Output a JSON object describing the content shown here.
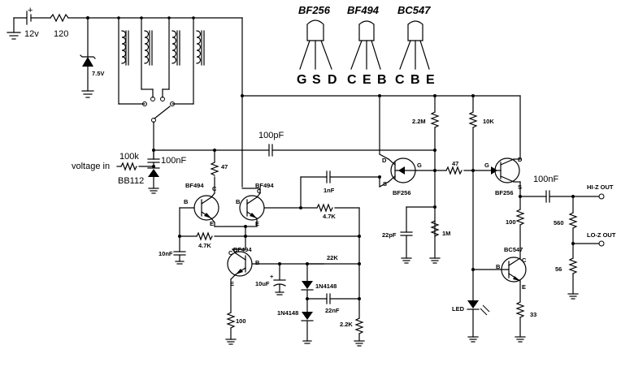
{
  "supply": {
    "voltage": "12v",
    "resistor": "120",
    "zener": "7.5V"
  },
  "packages": [
    {
      "name": "BF256",
      "pins": [
        "G",
        "S",
        "D"
      ]
    },
    {
      "name": "BF494",
      "pins": [
        "C",
        "E",
        "B"
      ]
    },
    {
      "name": "BC547",
      "pins": [
        "C",
        "B",
        "E"
      ]
    }
  ],
  "input": {
    "label": "voltage in",
    "r": "100k",
    "c": "100nF",
    "varicap": "BB112"
  },
  "feedback_cap": "100pF",
  "q1": {
    "name": "BF494",
    "r": "47"
  },
  "q2": {
    "name": "BF494"
  },
  "q_current": {
    "name": "BF494"
  },
  "coupling": {
    "c": "1nF",
    "r": "4.7K"
  },
  "bias_r": "4.7K",
  "left_cap": "10nF",
  "buffer1": {
    "name": "BF256",
    "r_top": "2.2M",
    "r_gate": "1M",
    "c_gate": "22pF",
    "series": "47"
  },
  "buffer2": {
    "name": "BF256",
    "r_top": "10K",
    "c_out": "100nF"
  },
  "diodes": {
    "d1": "1N4148",
    "d2": "1N4148",
    "r22k": "22K",
    "c22n": "22nF",
    "r2k2": "2.2K",
    "c10u": "10uF",
    "r100": "100"
  },
  "output": {
    "hi": "HI-Z OUT",
    "lo": "LO-Z OUT",
    "r1": "560",
    "r2": "56",
    "r100": "100",
    "transistor": "BC547",
    "r33": "33",
    "led": "LED"
  },
  "pinletters": {
    "b": "B",
    "c": "C",
    "e": "E",
    "d": "D",
    "s": "S",
    "g": "G"
  }
}
